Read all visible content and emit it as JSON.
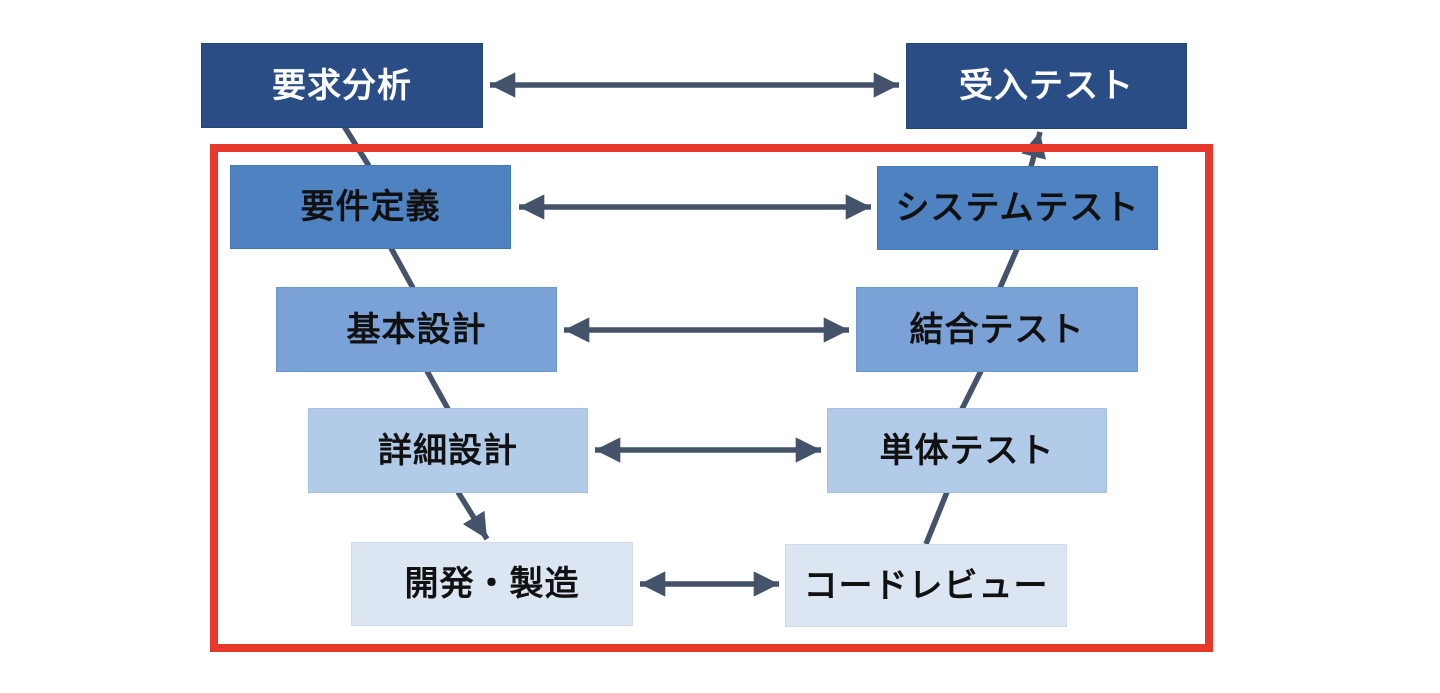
{
  "diagram": {
    "title": "v-model-development-process",
    "rows": [
      {
        "left": "要求分析",
        "right": "受入テスト",
        "fill": "#2b4d86",
        "text_color": "#ffffff"
      },
      {
        "left": "要件定義",
        "right": "システムテスト",
        "fill": "#4f82c1",
        "text_color": "#111111"
      },
      {
        "left": "基本設計",
        "right": "結合テスト",
        "fill": "#7ba2d6",
        "text_color": "#111111"
      },
      {
        "left": "詳細設計",
        "right": "単体テスト",
        "fill": "#b2cbe9",
        "text_color": "#111111"
      },
      {
        "left": "開発・製造",
        "right": "コードレビュー",
        "fill": "#dce5f2",
        "text_color": "#111111"
      }
    ],
    "connectors": {
      "color": "#44526a",
      "horizontal_double_arrows": [
        {
          "between": [
            "要求分析",
            "受入テスト"
          ]
        },
        {
          "between": [
            "要件定義",
            "システムテスト"
          ]
        },
        {
          "between": [
            "基本設計",
            "結合テスト"
          ]
        },
        {
          "between": [
            "詳細設計",
            "単体テスト"
          ]
        },
        {
          "between": [
            "開発・製造",
            "コードレビュー"
          ]
        }
      ],
      "left_flow": [
        "要求分析→要件定義",
        "要件定義→基本設計",
        "基本設計→詳細設計",
        "詳細設計→開発・製造(矢印)"
      ],
      "right_flow": [
        "コードレビュー→単体テスト",
        "単体テスト→結合テスト",
        "結合テスト→システムテスト",
        "システムテスト→受入テスト(矢印)"
      ]
    },
    "highlight_frame": {
      "color": "#e6392c",
      "encloses": [
        "要件定義",
        "基本設計",
        "詳細設計",
        "開発・製造",
        "コードレビュー",
        "単体テスト",
        "結合テスト",
        "システムテスト"
      ]
    },
    "background": "#ffffff"
  }
}
